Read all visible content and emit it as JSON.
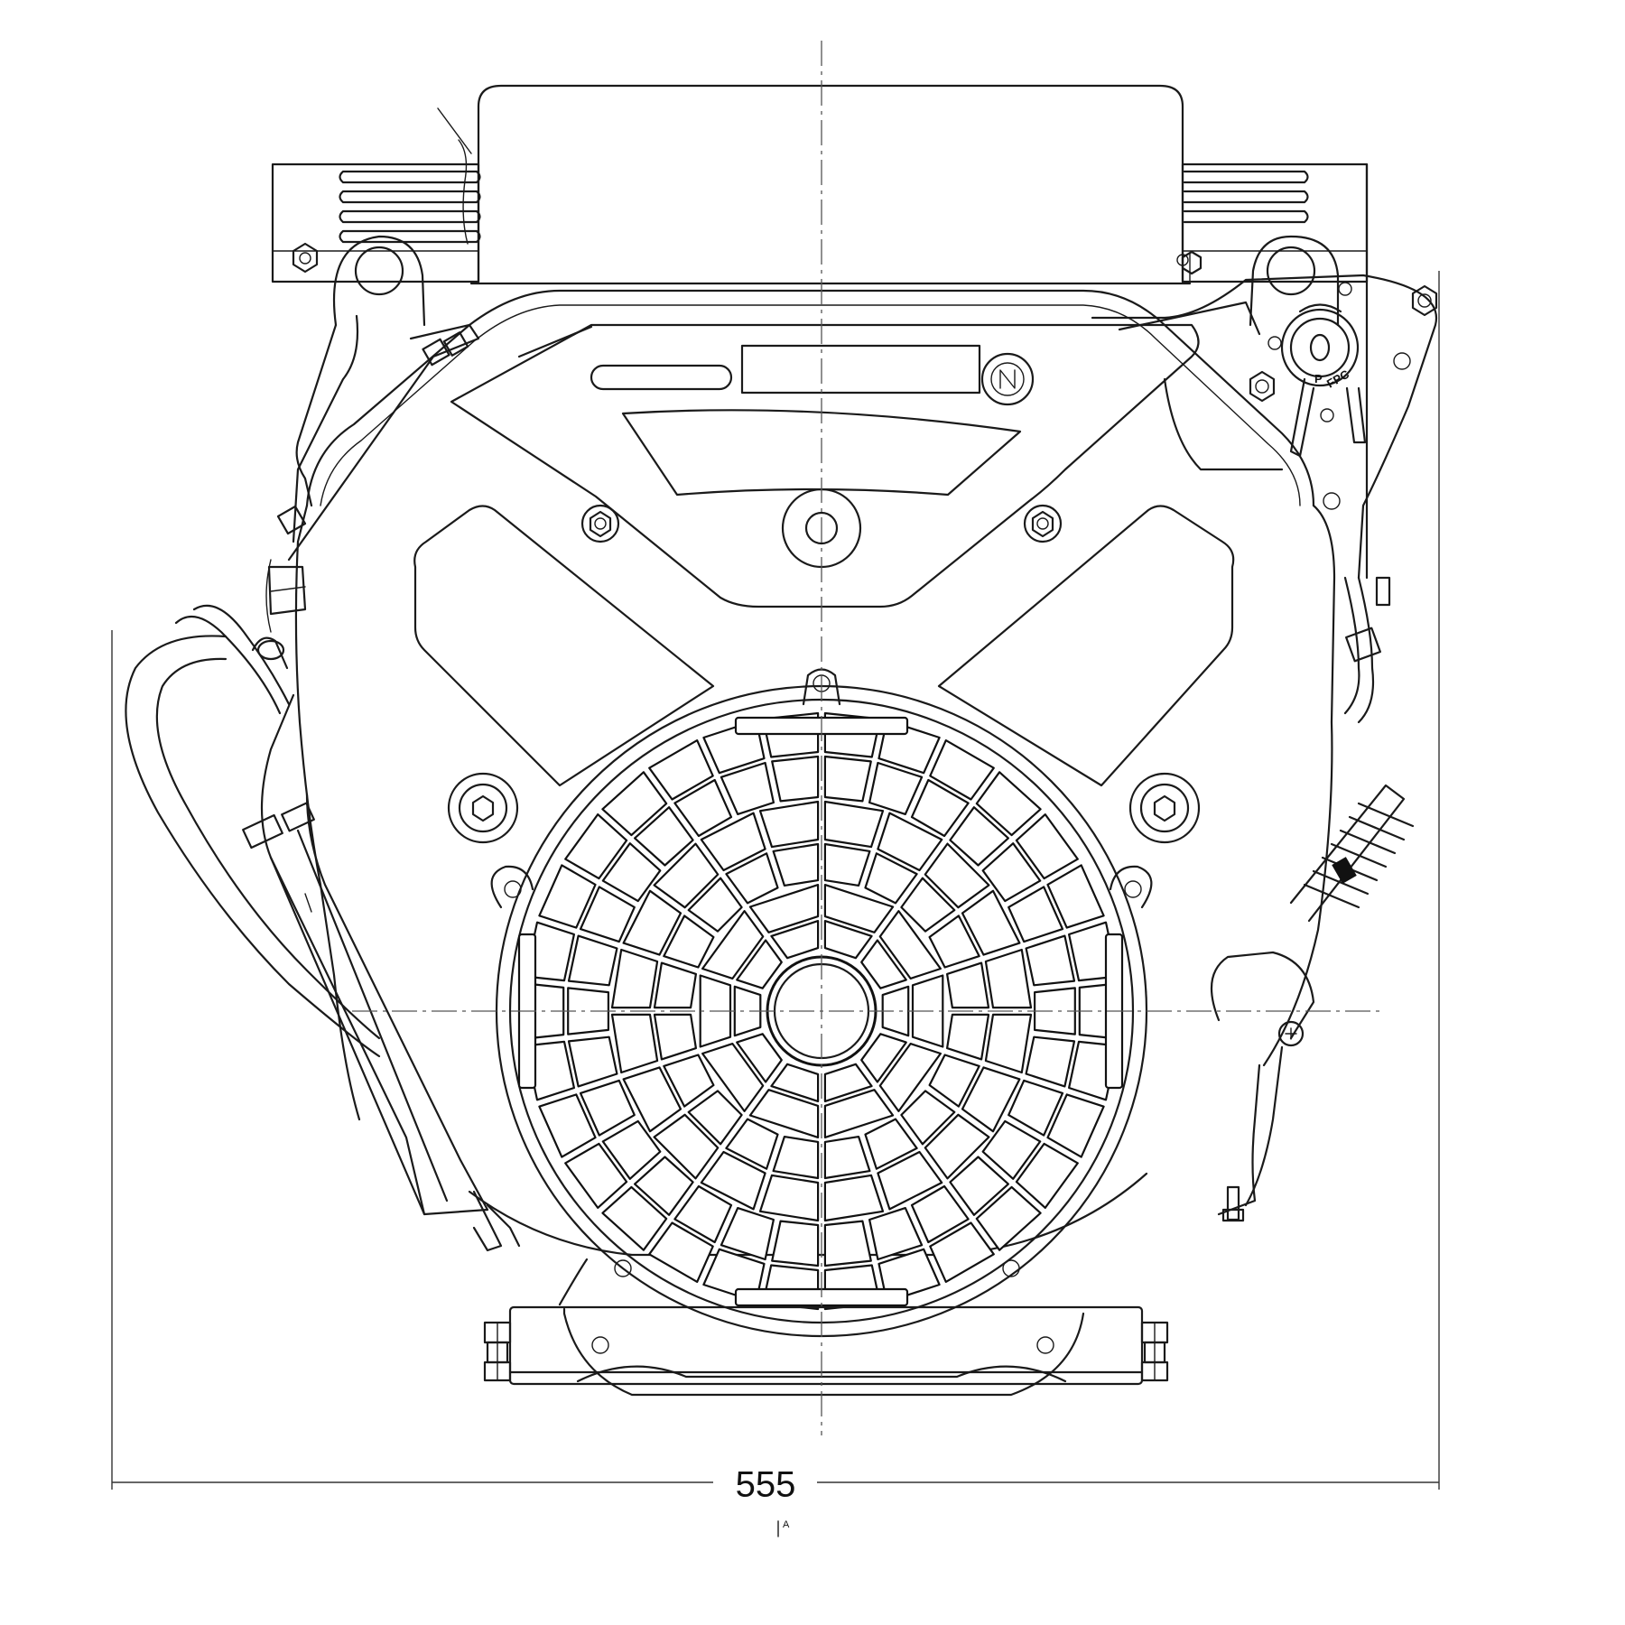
{
  "dimension": {
    "width_label": "555"
  },
  "pump_labels": {
    "p": "P",
    "fpc": "FPC"
  },
  "view_marker": "A",
  "colors": {
    "line": "#1a1a1a",
    "background": "#ffffff"
  }
}
